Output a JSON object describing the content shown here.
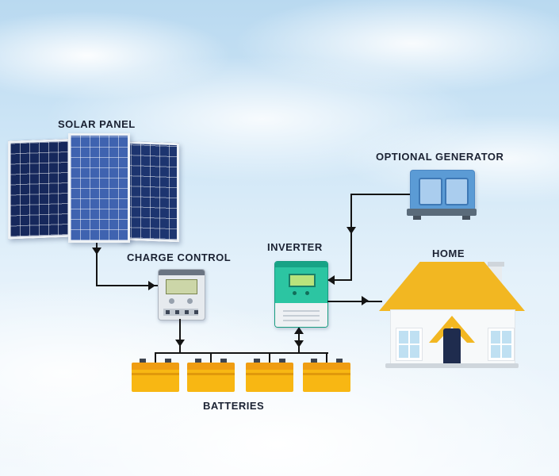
{
  "labels": {
    "solar_panel": "SOLAR PANEL",
    "charge_control": "CHARGE CONTROL",
    "inverter": "INVERTER",
    "optional_generator": "OPTIONAL GENERATOR",
    "home": "HOME",
    "batteries": "BATTERIES"
  },
  "colors": {
    "label_text": "#1b2233",
    "wire": "#141414",
    "solar_panel_dark_blue": "#16285c",
    "solar_panel_light_blue": "#3f63b0",
    "inverter_teal": "#2cc5a2",
    "generator_blue": "#5b9bd5",
    "roof_yellow": "#f2b722",
    "battery_yellow": "#f8b713",
    "battery_orange": "#ef9d12"
  }
}
